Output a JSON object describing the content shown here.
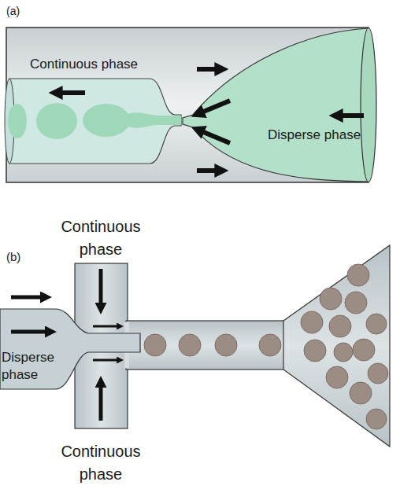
{
  "diagram": {
    "labels": [
      "(a)",
      "Continuous phase",
      "Disperse phase",
      "(b)",
      "Continuous phase",
      "Disperse phase",
      "Continuous phase"
    ]
  }
}
